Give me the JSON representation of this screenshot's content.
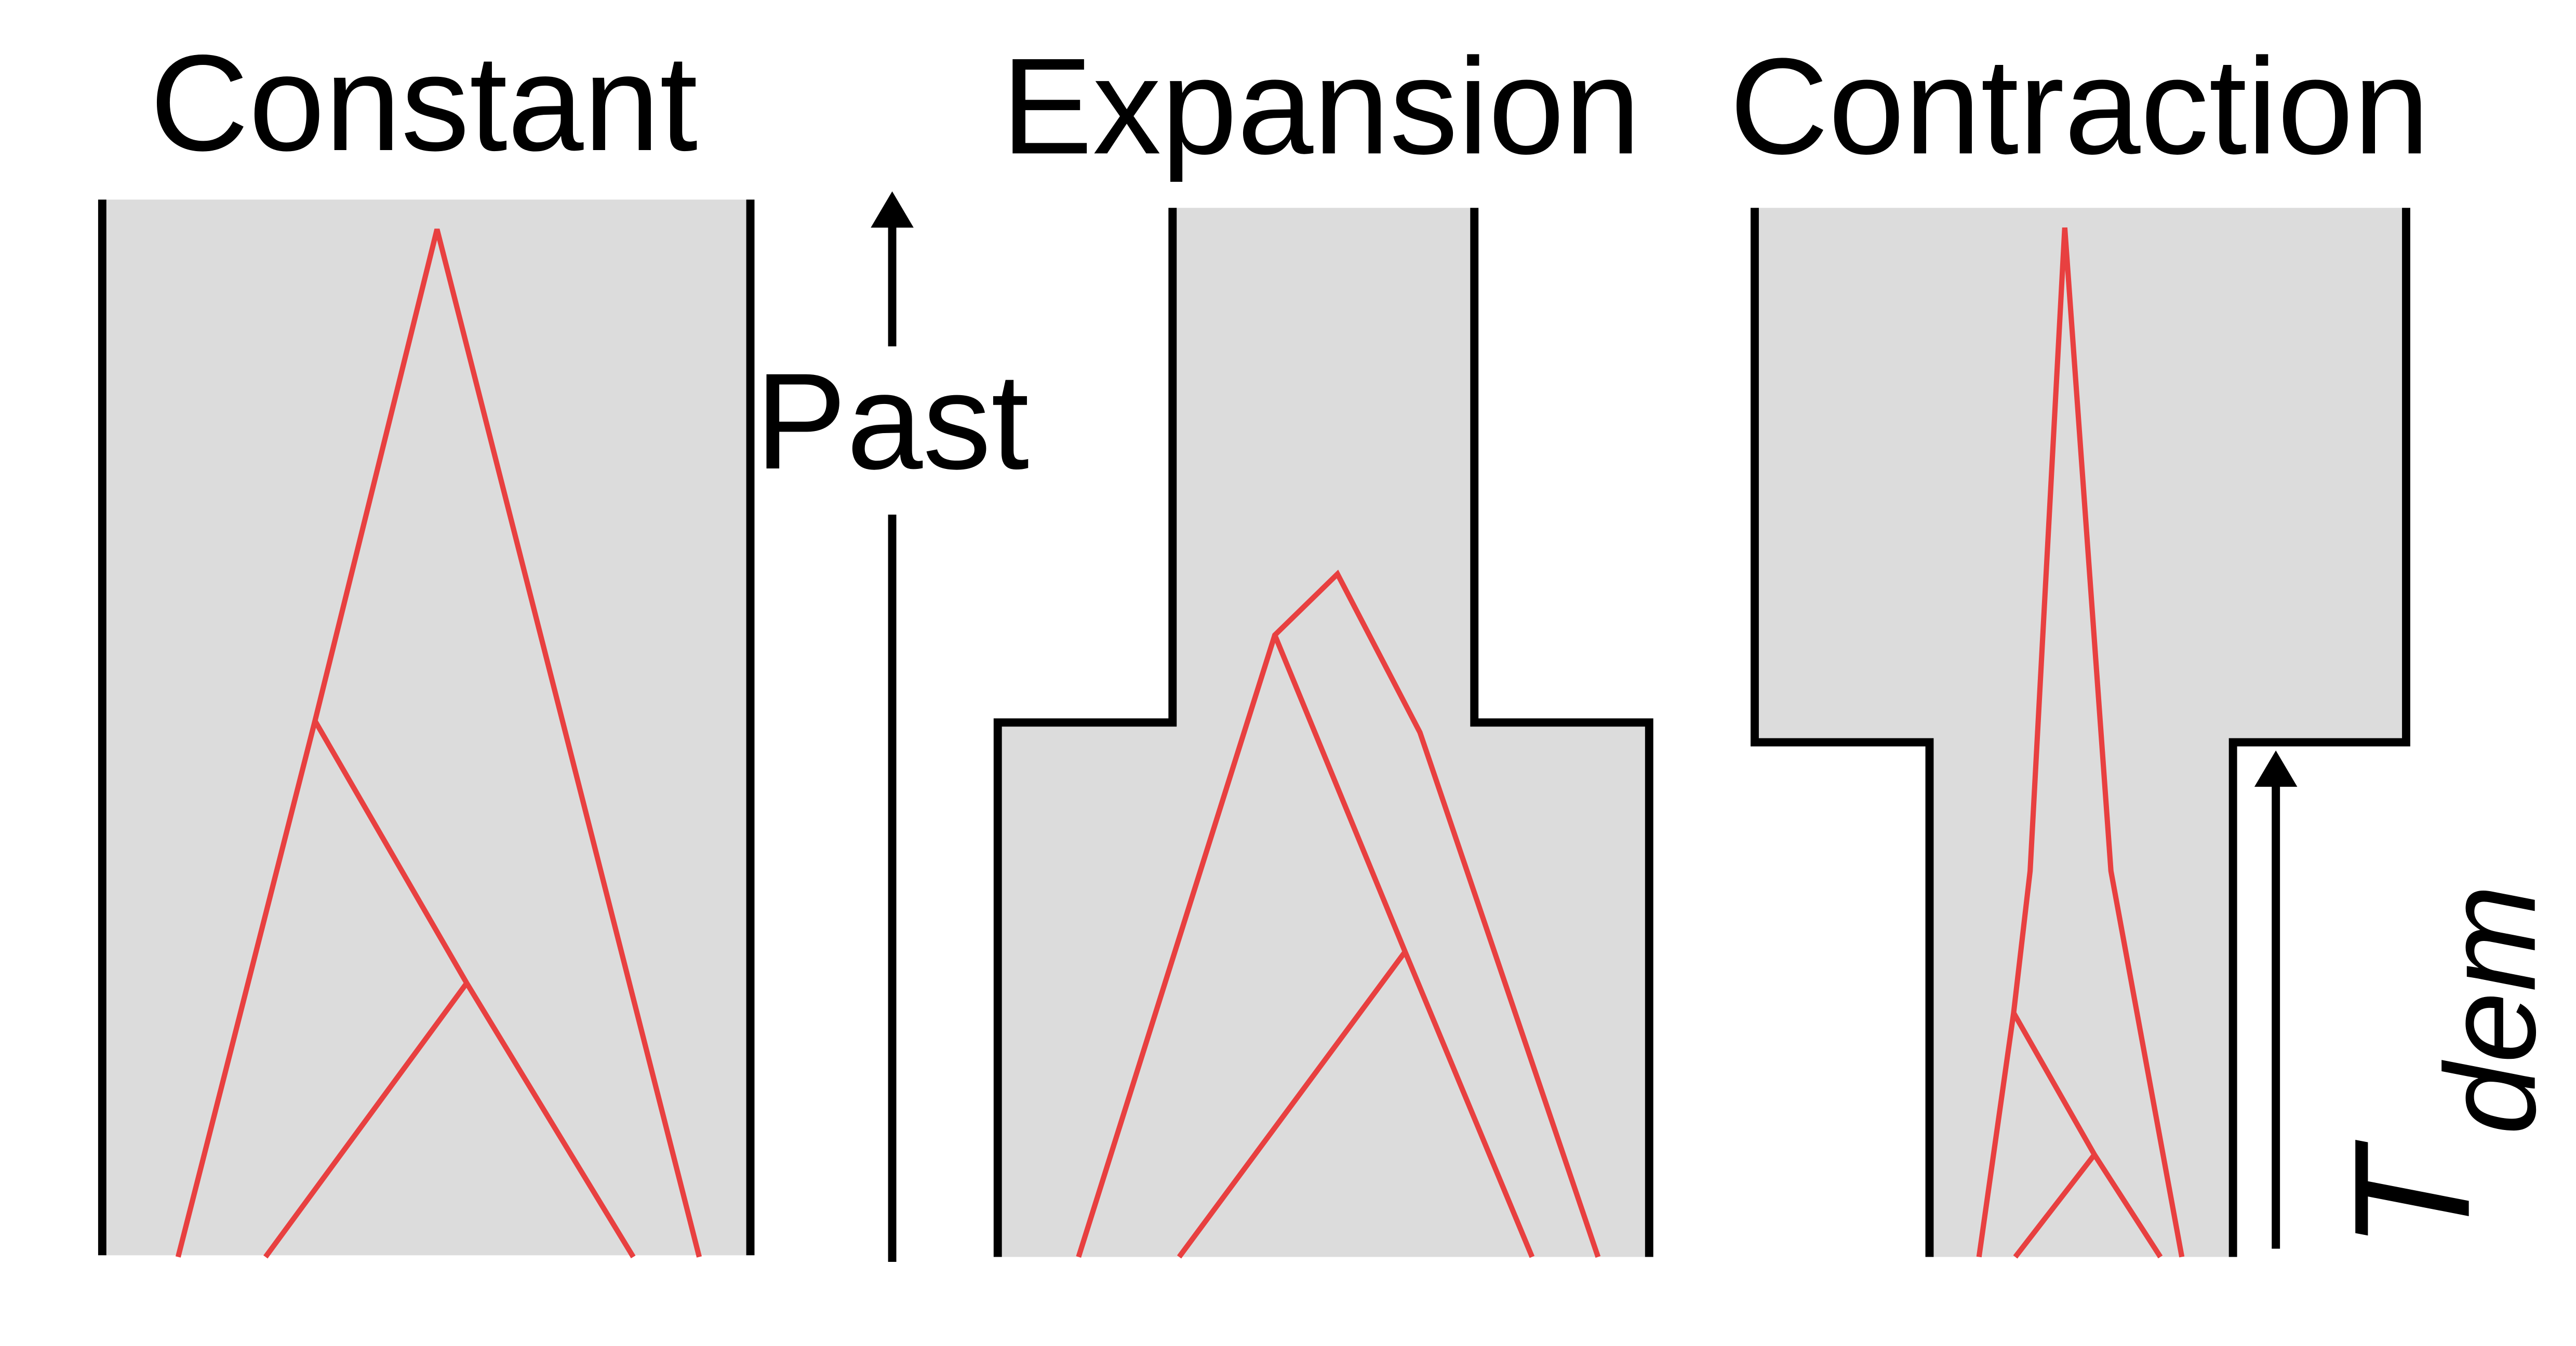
{
  "panels": {
    "constant": {
      "title": "Constant"
    },
    "expansion": {
      "title": "Expansion"
    },
    "contraction": {
      "title": "Contraction"
    }
  },
  "time_axis": {
    "label": "Past"
  },
  "demography_time": {
    "symbol": "T",
    "subscript": "dem"
  },
  "colors": {
    "population_fill": "#dcdcdc",
    "population_boundary": "#000000",
    "lineage": "#e84040"
  }
}
